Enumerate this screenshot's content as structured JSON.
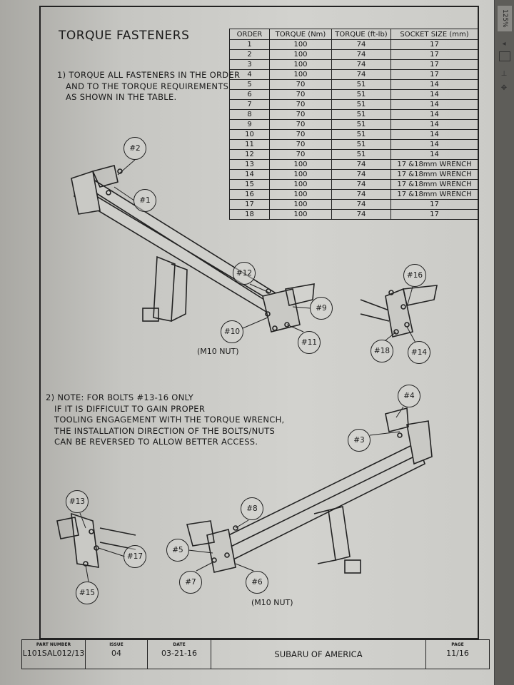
{
  "viewer": {
    "zoom": "125%"
  },
  "title": "TORQUE FASTENERS",
  "note1": [
    "1) TORQUE ALL FASTENERS IN THE ORDER",
    "AND TO THE TORQUE REQUIREMENTS",
    "AS SHOWN IN THE TABLE."
  ],
  "note2": [
    "2) NOTE: FOR BOLTS #13-16 ONLY",
    "IF IT IS DIFFICULT TO GAIN PROPER",
    "TOOLING ENGAGEMENT WITH THE TORQUE WRENCH,",
    "THE INSTALLATION DIRECTION OF THE BOLTS/NUTS",
    "CAN BE REVERSED TO ALLOW BETTER ACCESS."
  ],
  "table": {
    "headers": [
      "ORDER",
      "TORQUE (Nm)",
      "TORQUE (ft-lb)",
      "SOCKET SIZE (mm)"
    ],
    "rows": [
      [
        "1",
        "100",
        "74",
        "17"
      ],
      [
        "2",
        "100",
        "74",
        "17"
      ],
      [
        "3",
        "100",
        "74",
        "17"
      ],
      [
        "4",
        "100",
        "74",
        "17"
      ],
      [
        "5",
        "70",
        "51",
        "14"
      ],
      [
        "6",
        "70",
        "51",
        "14"
      ],
      [
        "7",
        "70",
        "51",
        "14"
      ],
      [
        "8",
        "70",
        "51",
        "14"
      ],
      [
        "9",
        "70",
        "51",
        "14"
      ],
      [
        "10",
        "70",
        "51",
        "14"
      ],
      [
        "11",
        "70",
        "51",
        "14"
      ],
      [
        "12",
        "70",
        "51",
        "14"
      ],
      [
        "13",
        "100",
        "74",
        "17 &18mm WRENCH"
      ],
      [
        "14",
        "100",
        "74",
        "17 &18mm WRENCH"
      ],
      [
        "15",
        "100",
        "74",
        "17 &18mm WRENCH"
      ],
      [
        "16",
        "100",
        "74",
        "17 &18mm WRENCH"
      ],
      [
        "17",
        "100",
        "74",
        "17"
      ],
      [
        "18",
        "100",
        "74",
        "17"
      ]
    ]
  },
  "callouts": {
    "c1": "#1",
    "c2": "#2",
    "c3": "#3",
    "c4": "#4",
    "c5": "#5",
    "c6": "#6",
    "c7": "#7",
    "c8": "#8",
    "c9": "#9",
    "c10": "#10",
    "c11": "#11",
    "c12": "#12",
    "c13": "#13",
    "c14": "#14",
    "c15": "#15",
    "c16": "#16",
    "c17": "#17",
    "c18": "#18"
  },
  "nut_label": "(M10 NUT)",
  "footer": {
    "part_number_label": "PART NUMBER",
    "part_number": "L101SAL012/13",
    "issue_label": "ISSUE",
    "issue": "04",
    "date_label": "DATE",
    "date": "03-21-16",
    "company": "SUBARU OF AMERICA",
    "page_label": "PAGE",
    "page": "11/16"
  }
}
